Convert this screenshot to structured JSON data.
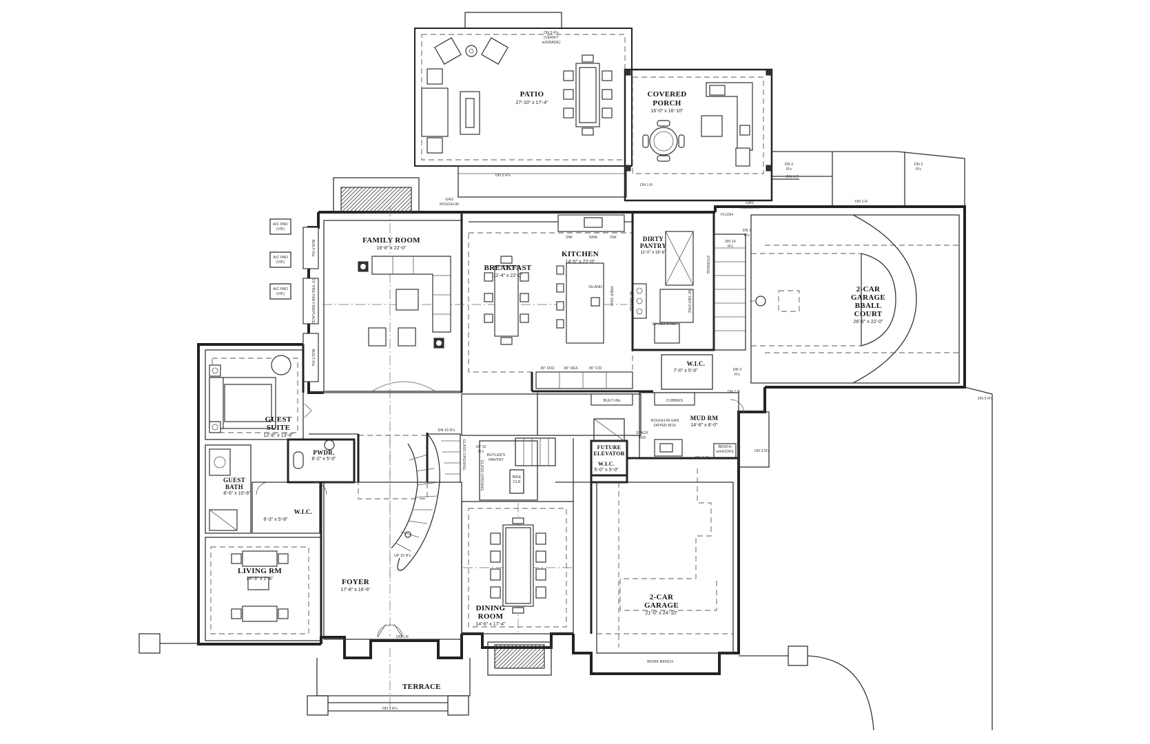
{
  "rooms": {
    "patio": {
      "name": "PATIO",
      "dim": "27'-10\" x 17'-4\""
    },
    "covered_porch": {
      "name_1": "COVERED",
      "name_2": "PORCH",
      "dim": "16'-0\" x 16'-10\""
    },
    "family_room": {
      "name": "FAMILY ROOM",
      "dim": "18'-8\" x 22'-0\""
    },
    "breakfast": {
      "name": "BREAKFAST",
      "dim": "11'-4\" x 22'-0\""
    },
    "kitchen": {
      "name": "KITCHEN",
      "dim": "14'-5\" x 22'-0\""
    },
    "dirty_pantry": {
      "name": "DIRTY",
      "name_2": "PANTRY",
      "dim": "11'-0\" x 16'-6\""
    },
    "garage_court": {
      "name_1": "2-CAR",
      "name_2": "GARAGE",
      "name_3": "BBALL",
      "name_4": "COURT",
      "dim": "26'-6\" x 22'-0\""
    },
    "wic_upper": {
      "name": "W.I.C.",
      "dim": "7'-0\" x 5'-0\""
    },
    "mud_rm": {
      "name": "MUD RM",
      "dim": "14'-6\" x 8'-0\""
    },
    "guest_suite": {
      "name_1": "GUEST",
      "name_2": "SUITE",
      "dim": "12'-8\" x 13'-8\""
    },
    "pwdr": {
      "name": "PWDR.",
      "dim": "8'-2\" x 5'-0\""
    },
    "guest_bath": {
      "name_1": "GUEST",
      "name_2": "BATH",
      "dim": "8'-6\" x 10'-6\""
    },
    "wic_guest": {
      "name": "W.I.C.",
      "dim": "8'-3\" x 5'-8\""
    },
    "living_rm": {
      "name": "LIVING RM",
      "dim": "14'-3\" x 2'-6\""
    },
    "foyer": {
      "name": "FOYER",
      "dim": "17'-8\" x 16'-6\""
    },
    "dining_room": {
      "name_1": "DINING",
      "name_2": "ROOM",
      "dim": "14'-6\" x 17'-4\""
    },
    "future_elevator": {
      "name_1": "FUTURE",
      "name_2": "ELEVATOR"
    },
    "wic_elev": {
      "name": "W.I.C.",
      "dim": "5'-0\" x 5'-0\""
    },
    "garage_2car": {
      "name_1": "2-CAR",
      "name_2": "GARAGE",
      "dim": "21'-0\" x 24'-10\""
    },
    "terrace": {
      "name": "TERRACE"
    }
  },
  "notes": {
    "dn3_patio": "DN 3 R's",
    "verify_grade_1": "(VERIFY",
    "verify_grade_2": "w/GRADE)",
    "dn2_patio": "DN 2 R's",
    "dn1_porch": "DN 1 R",
    "dn2_r1": "DN 2",
    "dn2_r1b": "R's",
    "dn2_r2": "DN 2",
    "dn2_r2b": "R's",
    "dn1_a": "DN 1 R",
    "dn1_b": "DN 1 R",
    "gas_1": "GAS",
    "gas_1b": "ROUGH-IN",
    "gas_2": "GAS",
    "gas_2b": "ROUGH-IN",
    "flush": "FLUSH",
    "ac1": "A/C PAD",
    "ac1b": "(VIF)",
    "ac2": "A/C PAD",
    "ac2b": "(VIF)",
    "ac3": "A/C PAD",
    "ac3b": "(VIF)",
    "builtin_1": "BUILT-INs",
    "builtin_2": "BUILT-INs",
    "builtin_3": "BUILT-INs",
    "fireplace": "72\" PRE-FAB FIREPLACE",
    "dw": "DW",
    "sink": "SINK",
    "dw2": "DW",
    "island": "ISLAND",
    "prep_sink": "PREP SINK",
    "range": "48\" RANGE",
    "ref_frz_1": "36\" REF./FRZ.",
    "ref_frz_2": "36\" REF./FRZ.",
    "frz": "36\" FRZ.",
    "ref": "36\" REF.",
    "cd": "36\" C/D",
    "storage": "STORAGE",
    "dn14": "DN 14",
    "dn14b": "R's",
    "dn3_garage": "DN 3",
    "dn3_garageb": "R's",
    "dn3_gar2": "DN 3",
    "dn3_gar2b": "R's",
    "dn1_gar": "DN 1 R",
    "dn3_side": "DN 3 R's",
    "cubbies": "CUBBIES",
    "rough_gas": "ROUGH-IN GAS",
    "gas_dryer": "DRYER BOX",
    "stack": "STACK",
    "wd": "W/D",
    "bench": "BENCH",
    "hooks": "w/HOOKS",
    "dn4": "DN 4 R's",
    "dn3_gar3": "DN 3 R's",
    "dn15": "DN 15 R's",
    "up15": "UP 15 R's",
    "up10": "UP 10",
    "up10b": "R's",
    "glass_opening": "GLASS OPENING",
    "glass_opening2": "GLASS OPENING",
    "butlers": "BUTLER'S",
    "pantry": "PANTRY",
    "bike": "BIKE",
    "clr": "CLR",
    "work_bench": "WORK BENCH",
    "dn1_front": "DN 1 R",
    "dn3_front": "DN 3 R's",
    "dn2_garage_side": "DN 2 R's"
  },
  "colors": {
    "line": "#222222",
    "background": "#ffffff"
  }
}
